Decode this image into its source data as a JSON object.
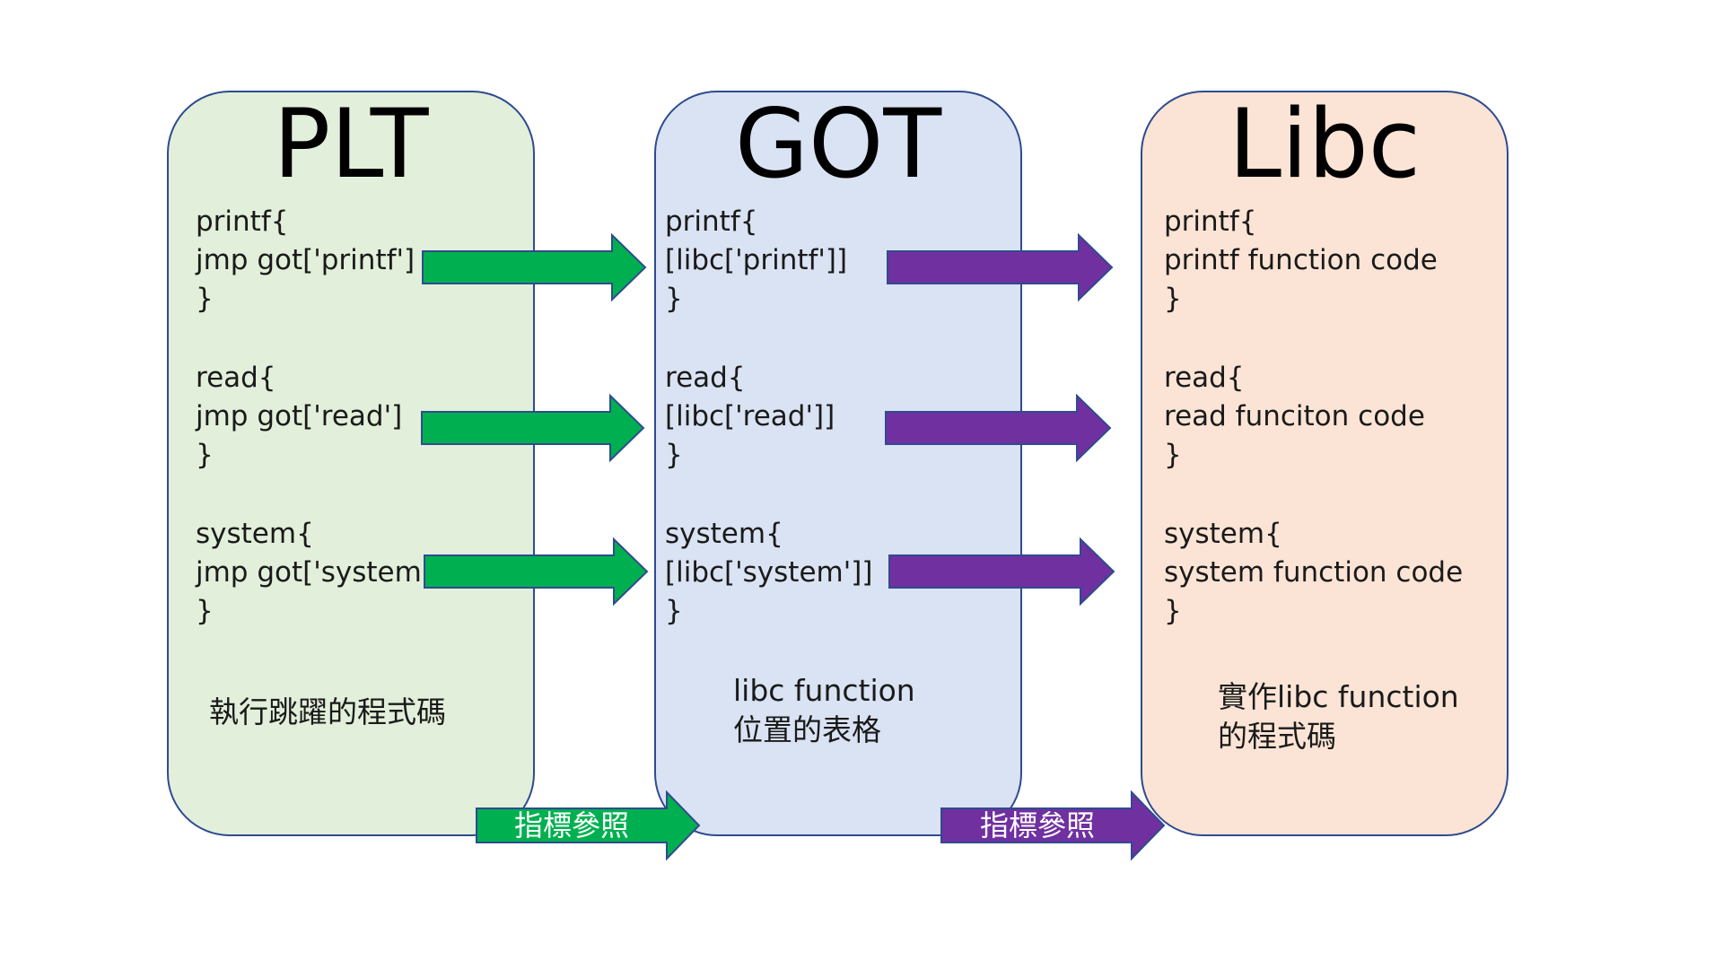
{
  "panels": {
    "plt": {
      "title": "PLT",
      "blocks": [
        {
          "open": "printf{",
          "body": "jmp got['printf']",
          "close": "}"
        },
        {
          "open": "read{",
          "body": "jmp got['read']",
          "close": "}"
        },
        {
          "open": "system{",
          "body": "jmp got['system']",
          "close": "}"
        }
      ],
      "caption": [
        "執行跳躍的程式碼"
      ]
    },
    "got": {
      "title": "GOT",
      "blocks": [
        {
          "open": "printf{",
          "body": "[libc['printf']]",
          "close": "}"
        },
        {
          "open": "read{",
          "body": "[libc['read']]",
          "close": "}"
        },
        {
          "open": "system{",
          "body": "[libc['system']]",
          "close": "}"
        }
      ],
      "caption": [
        "libc function",
        "位置的表格"
      ]
    },
    "libc": {
      "title": "Libc",
      "blocks": [
        {
          "open": "printf{",
          "body": "printf function code",
          "close": "}"
        },
        {
          "open": "read{",
          "body": "read funciton code",
          "close": "}"
        },
        {
          "open": "system{",
          "body": "system function code",
          "close": "}"
        }
      ],
      "caption": [
        "實作libc function",
        "的程式碼"
      ]
    }
  },
  "legend": {
    "green_label": "指標參照",
    "purple_label": "指標參照"
  },
  "colors": {
    "green": "#00b050",
    "purple": "#7030a0",
    "border": "#2f4b8f",
    "plt_bg": "#e2efda",
    "got_bg": "#dae3f3",
    "libc_bg": "#fbe4d5"
  }
}
